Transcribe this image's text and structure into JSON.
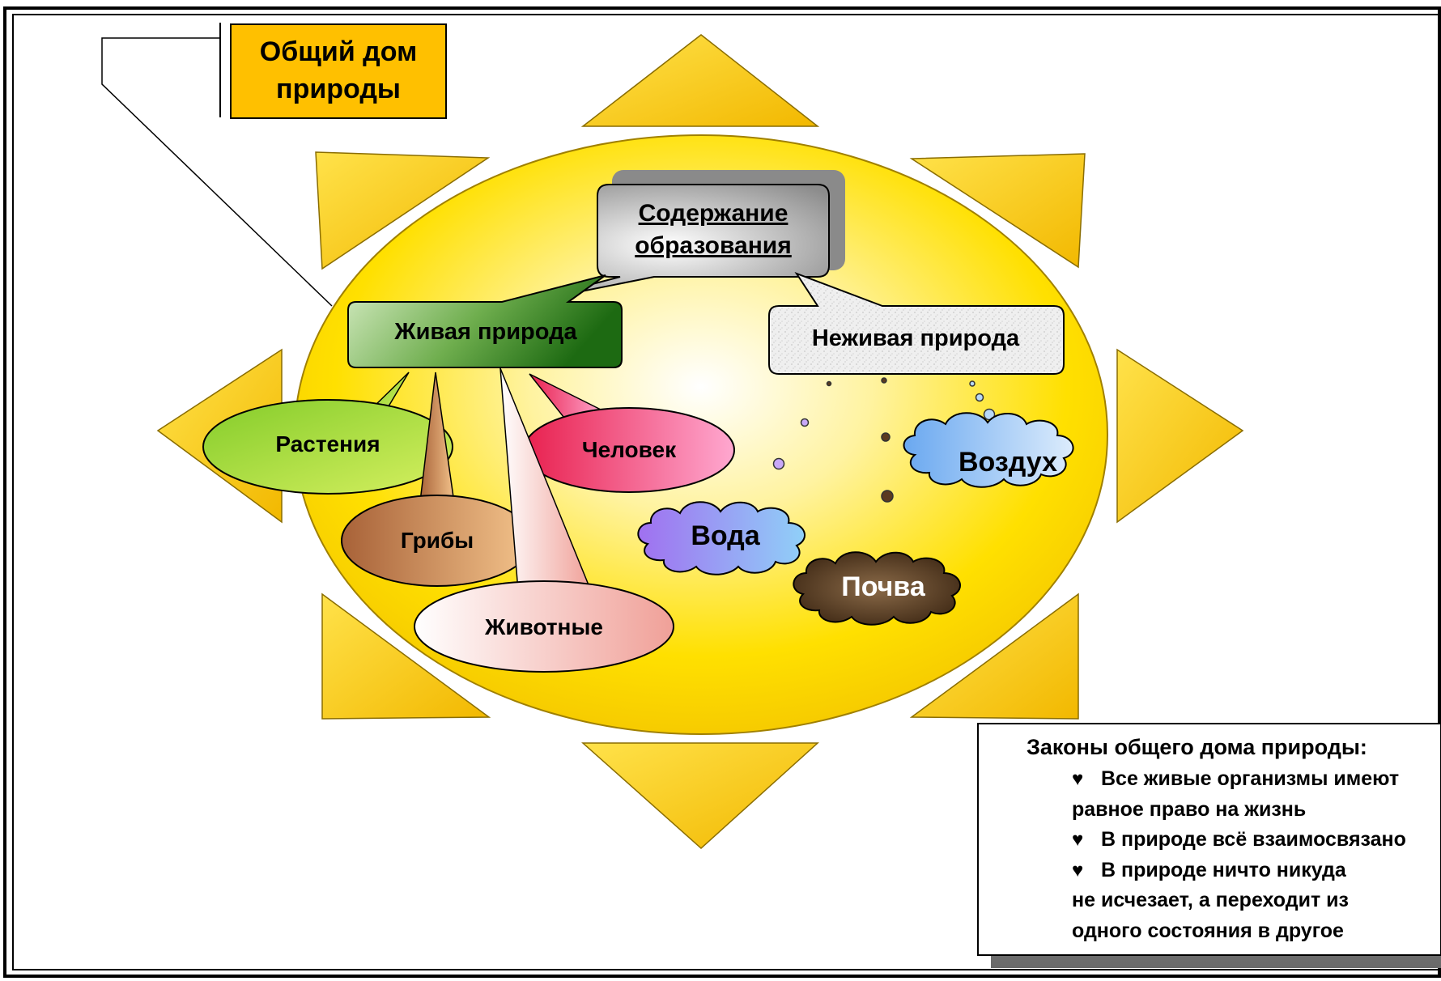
{
  "title_box": {
    "line1": "Общий дом",
    "line2": "природы"
  },
  "content_box": {
    "line1": "Содержание",
    "line2": "образования"
  },
  "living": {
    "label": "Живая природа"
  },
  "nonliving": {
    "label": "Неживая природа"
  },
  "living_items": {
    "plants": "Растения",
    "human": "Человек",
    "fungi": "Грибы",
    "animals": "Животные"
  },
  "nonliving_items": {
    "air": "Воздух",
    "water": "Вода",
    "soil": "Почва"
  },
  "laws": {
    "title": "Законы общего дома природы:",
    "line1": "Все живые организмы имеют",
    "line2": "равное право на жизнь",
    "line3": "В природе всё взаимосвязано",
    "line4": "В природе ничто никуда",
    "line5": "не исчезает, а переходит из",
    "line6": "одного состояния в другое",
    "bullet_symbol": "♥"
  },
  "colors": {
    "sun_yellow": "#ffd700",
    "ray_yellow": "#f5c400",
    "title_box": "#ffc000",
    "living_green": "#2f7a1e",
    "plants_green": "#a8e030",
    "human_pink": "#f2407a",
    "fungi_brown": "#c8875a",
    "animals_pink": "#f4b8b0",
    "water_purple": "#b58cf0",
    "air_blue": "#8ec3f0",
    "soil_brown": "#5a3b22"
  }
}
